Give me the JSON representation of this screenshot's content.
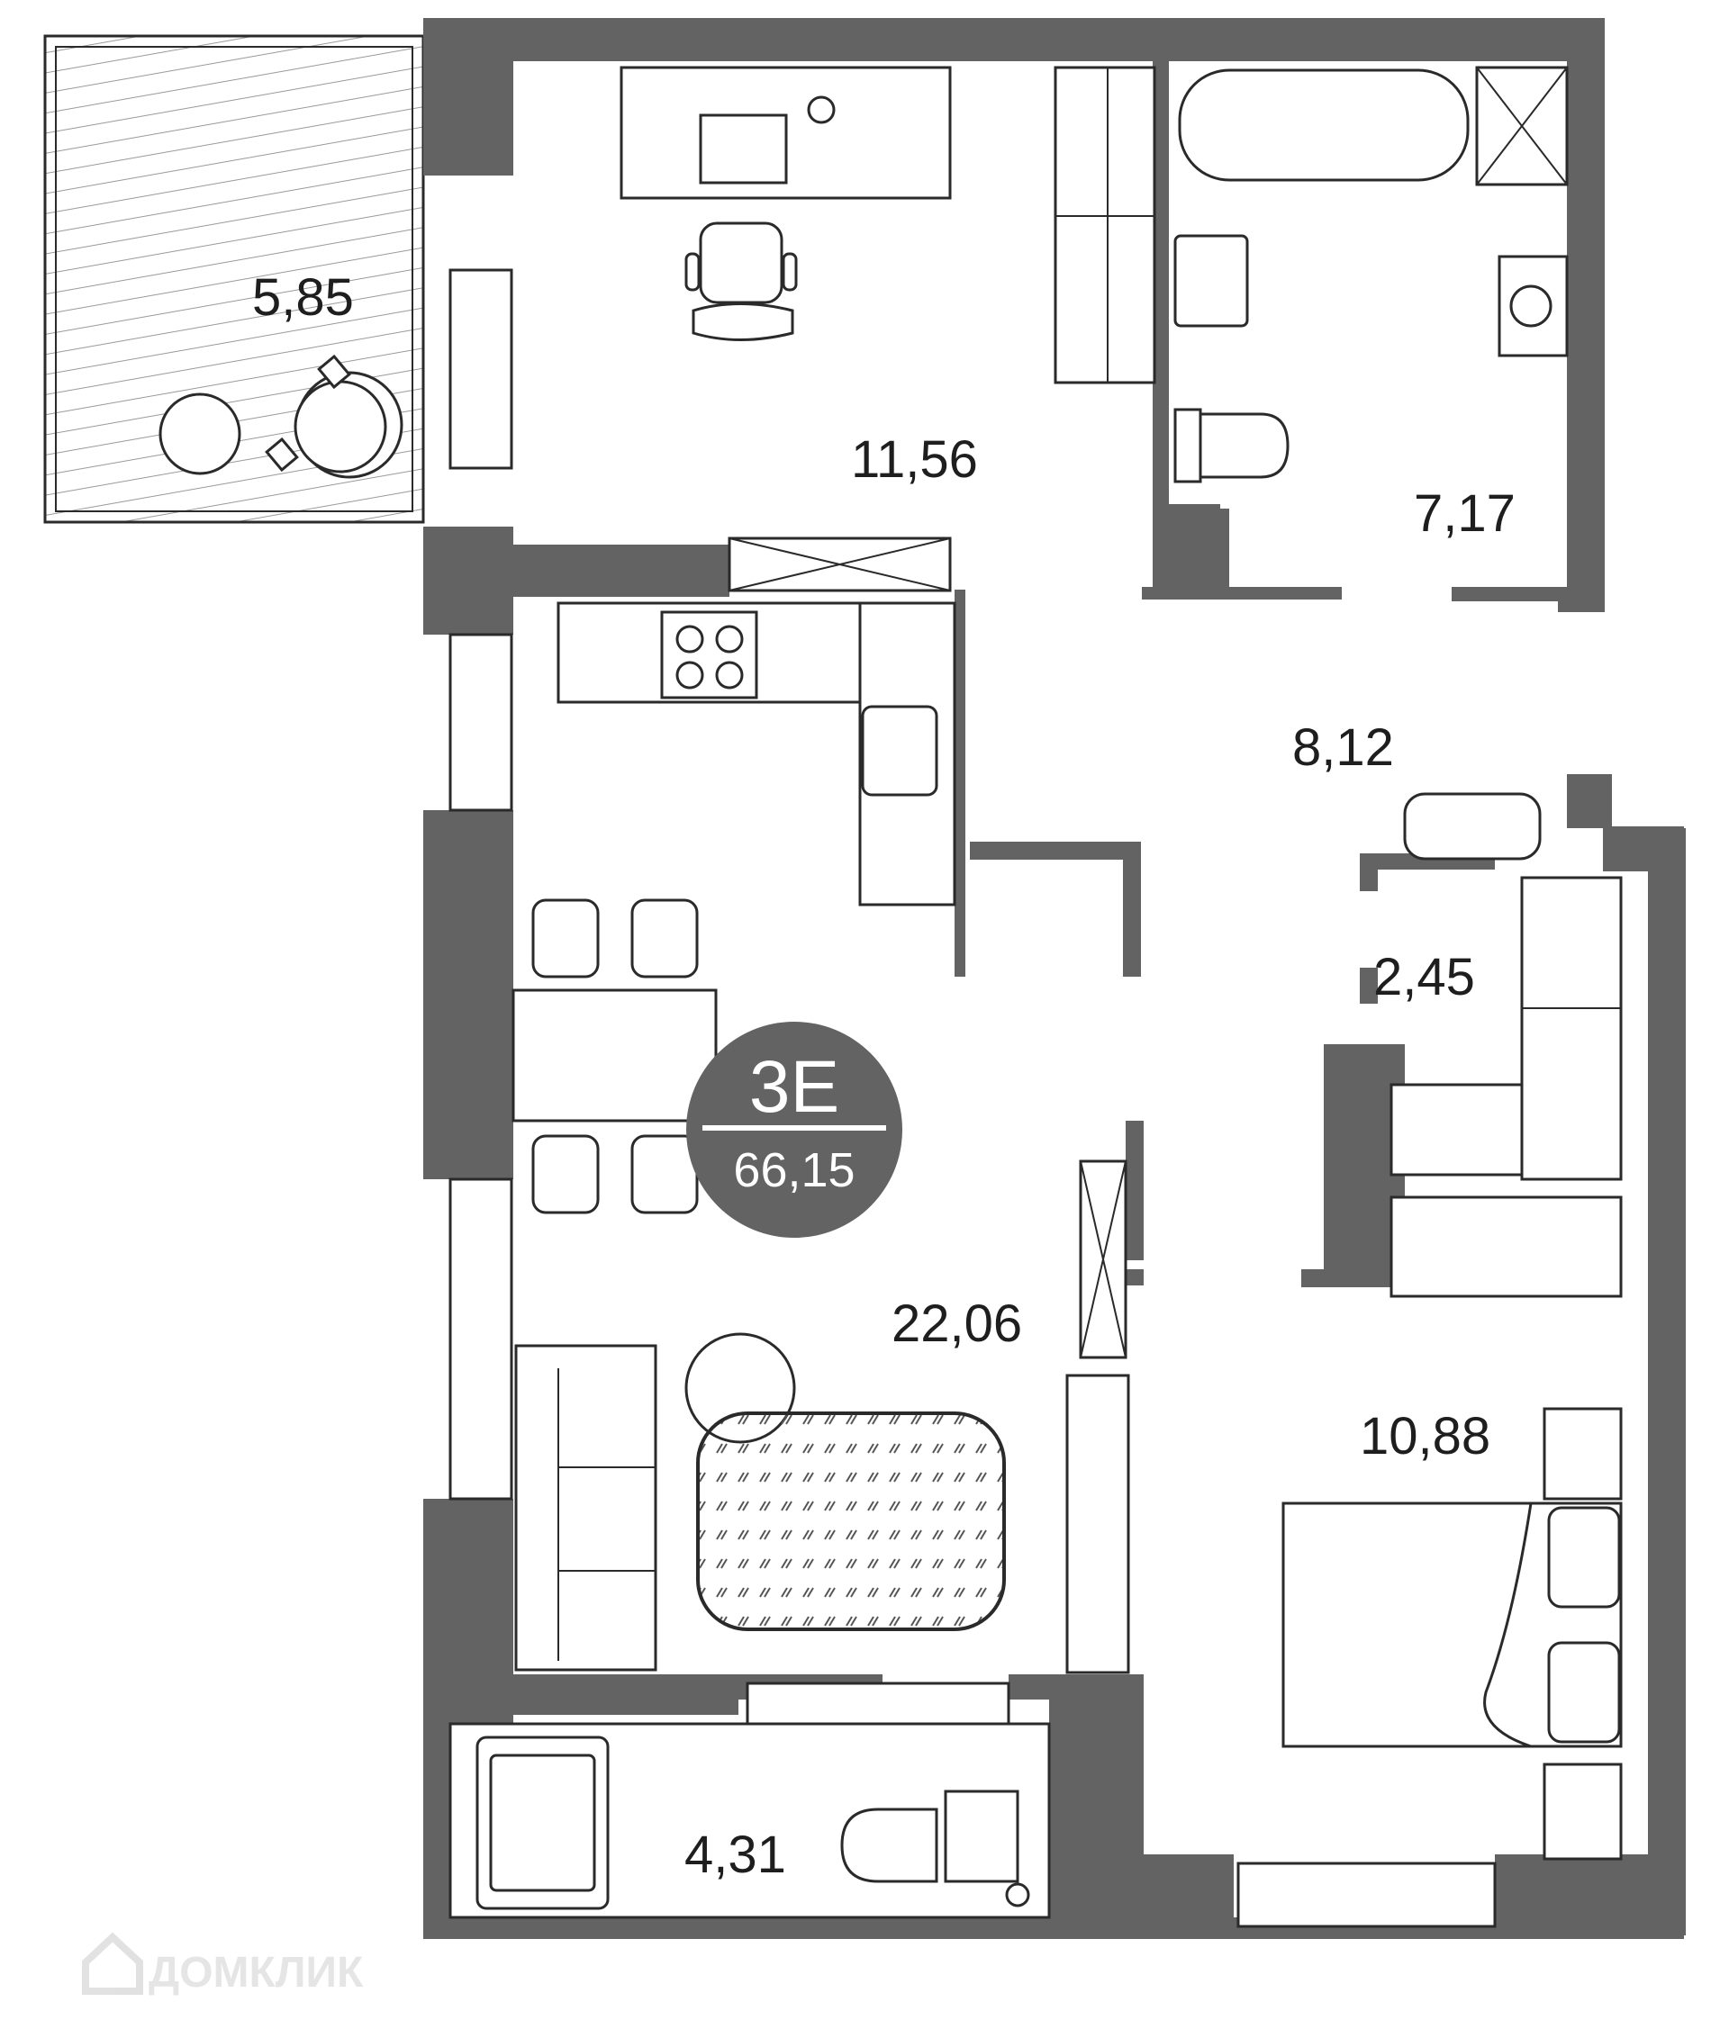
{
  "apartment": {
    "code": "3E",
    "total_area": "66,15"
  },
  "rooms": [
    {
      "id": "balcony",
      "area": "5,85"
    },
    {
      "id": "bedroom-1",
      "area": "11,56"
    },
    {
      "id": "bathroom",
      "area": "7,17"
    },
    {
      "id": "hall",
      "area": "8,12"
    },
    {
      "id": "closet",
      "area": "2,45"
    },
    {
      "id": "living-kitchen",
      "area": "22,06"
    },
    {
      "id": "bedroom-2",
      "area": "10,88"
    },
    {
      "id": "loggia",
      "area": "4,31"
    }
  ],
  "watermark": {
    "text": "ДОМКЛИК"
  },
  "colors": {
    "wall": "#636363",
    "badge": "#636363",
    "line": "#2a2a2a"
  }
}
